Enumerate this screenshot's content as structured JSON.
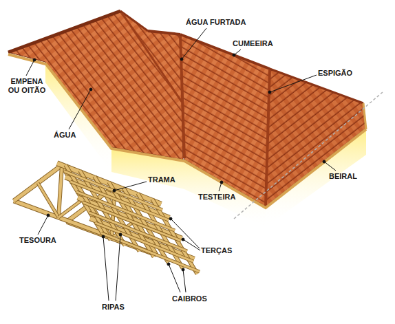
{
  "diagram": {
    "labels": [
      "EMPENA OU OITÃO",
      "ÁGUA",
      "ÁGUA FURTADA",
      "CUMEEIRA",
      "ESPIGÃO",
      "BEIRAL",
      "TESTEIRA",
      "TRAMA",
      "TESOURA",
      "TERÇAS",
      "RIPAS",
      "CAIBROS"
    ]
  }
}
